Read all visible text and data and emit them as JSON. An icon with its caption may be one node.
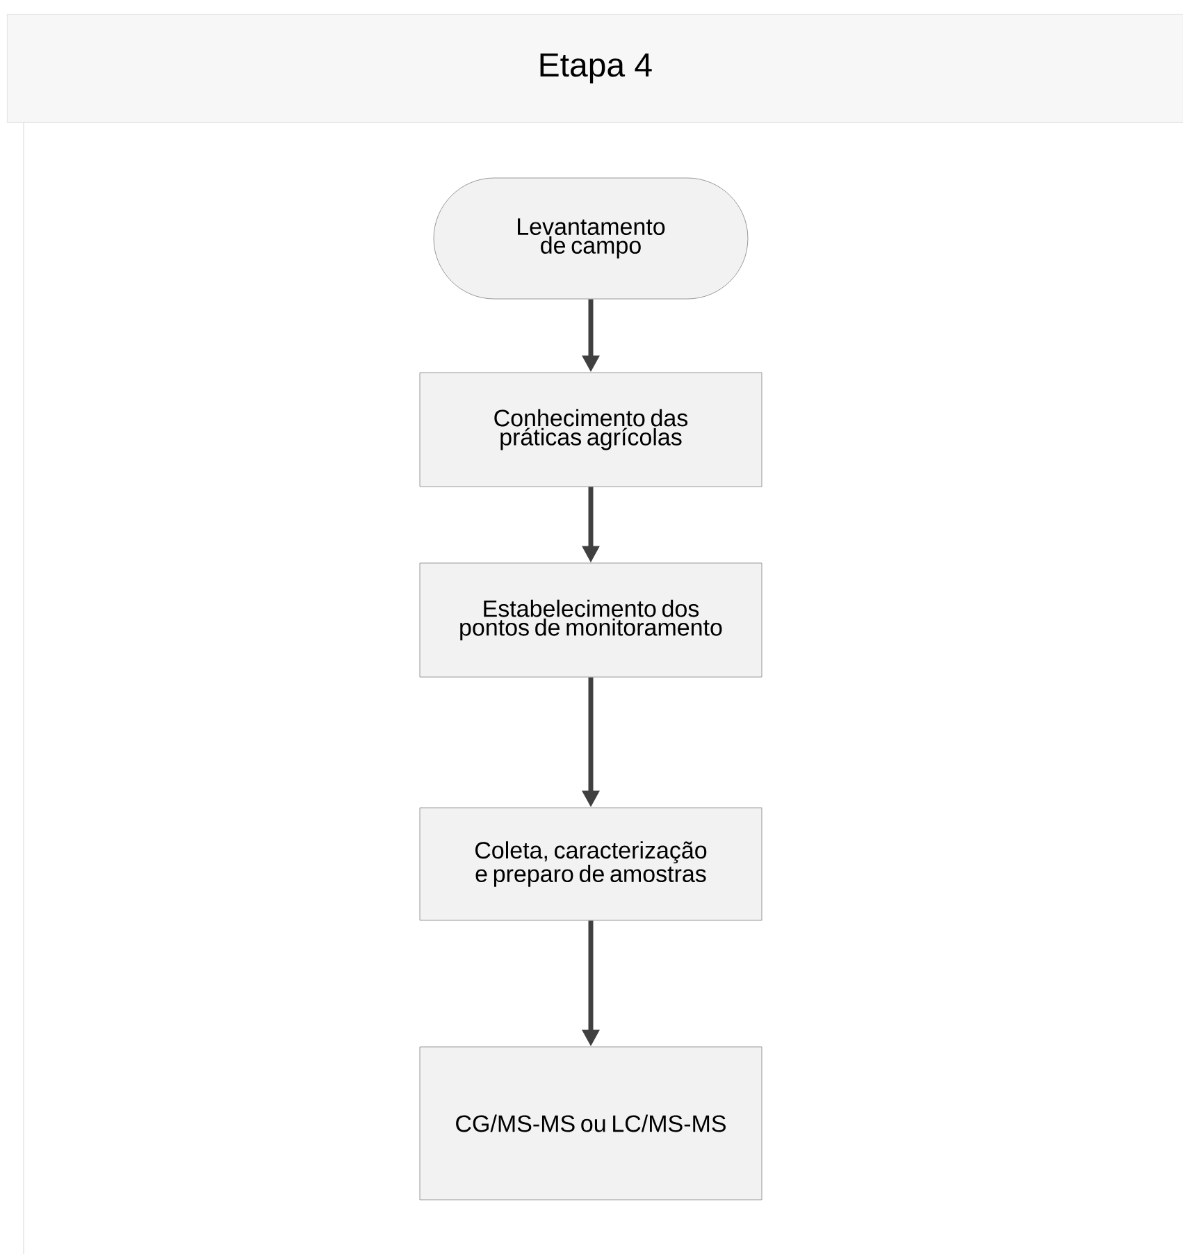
{
  "diagram": {
    "nodes": [
      {
        "text": [
          "Etapa 4"
        ]
      },
      {
        "text": [
          "Levantamento de campo"
        ],
        "in": 0
      },
      {
        "text": [
          "Conhecimento das práticas agrícolas"
        ],
        "in": 0
      },
      {
        "text": [
          "Estabelecimento dos pontos de monitoramento"
        ],
        "in": 0
      },
      {
        "text": [
          "Coleta, caracterização e preparo de amostras"
        ],
        "in": 0
      },
      {
        "text": [
          "CG/MS-MS ou LC/MS-MS"
        ],
        "in": 0
      }
    ],
    "edges": [
      {
        "from": 1,
        "to": 2,
        "arrow": "to"
      },
      {
        "from": 2,
        "to": 3,
        "arrow": "to"
      },
      {
        "from": 3,
        "to": 4,
        "arrow": "to"
      },
      {
        "from": 4,
        "to": 5,
        "arrow": "to"
      }
    ]
  }
}
